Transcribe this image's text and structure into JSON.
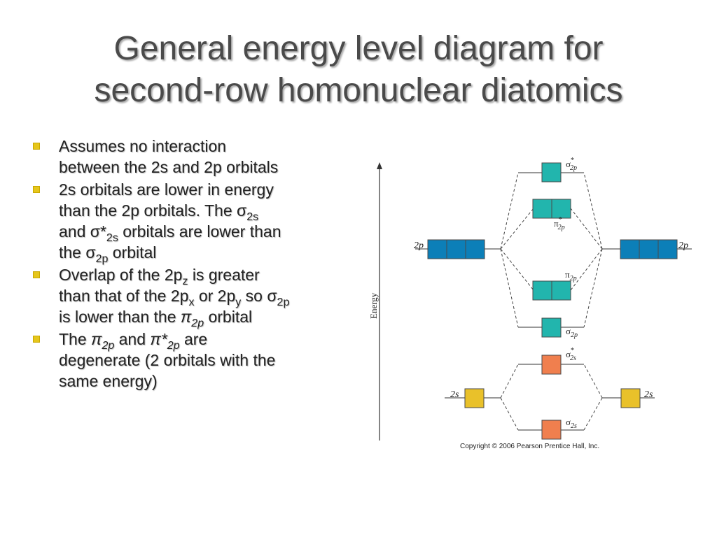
{
  "title": {
    "line1": "General energy level diagram for",
    "line2": "second-row homonuclear diatomics"
  },
  "bullets": {
    "b1": {
      "l1": "Assumes no interaction",
      "l2": "between the 2s and 2p orbitals"
    },
    "b2": {
      "l1": "2s orbitals are lower in energy",
      "l2": "than the 2p orbitals.  The σ",
      "l2_sub": "2s",
      "l3a": "and σ*",
      "l3_sub": "2s",
      "l3b": " orbitals are lower than",
      "l4a": "the σ",
      "l4_sub": "2p",
      "l4b": " orbital"
    },
    "b3": {
      "l1": "Overlap of the 2p",
      "l1_sub": "z",
      "l1b": " is greater",
      "l2a": "than that of the 2p",
      "l2_sub1": "x",
      "l2b": " or 2p",
      "l2_sub2": "y",
      "l2c": " so σ",
      "l2_sub3": "2p",
      "l3a": "is lower than the ",
      "l3_pi": "π",
      "l3_sub": "2p",
      "l3b": " orbital"
    },
    "b4": {
      "l1a": "The ",
      "pi1": "π",
      "pi1_sub": "2p",
      "l1b": " and ",
      "pi2": "π*",
      "pi2_sub": "2p",
      "l1c": " are",
      "l2": "degenerate (2 orbitals with the",
      "l3": "same energy)"
    }
  },
  "diagram": {
    "axis_label": "Energy",
    "left_2p_label": "2p",
    "right_2p_label": "2p",
    "left_2s_label": "2s",
    "right_2s_label": "2s",
    "sigma_star_2p": {
      "sym": "σ",
      "sup": "*",
      "sub": "2p"
    },
    "pi_star_2p": {
      "sym": "π",
      "sup": "*",
      "sub": "2p"
    },
    "pi_2p": {
      "sym": "π",
      "sub": "2p"
    },
    "sigma_2p": {
      "sym": "σ",
      "sub": "2p"
    },
    "sigma_star_2s": {
      "sym": "σ",
      "sup": "*",
      "sub": "2s"
    },
    "sigma_2s": {
      "sym": "σ",
      "sub": "2s"
    },
    "colors": {
      "atomic_2p": "#0c7fb8",
      "molecular_2p": "#22b5ad",
      "orbital_2s": "#e9c12a",
      "molecular_2s": "#f07f4e",
      "line": "#333333"
    }
  },
  "copyright": "Copyright © 2006 Pearson Prentice Hall, Inc."
}
